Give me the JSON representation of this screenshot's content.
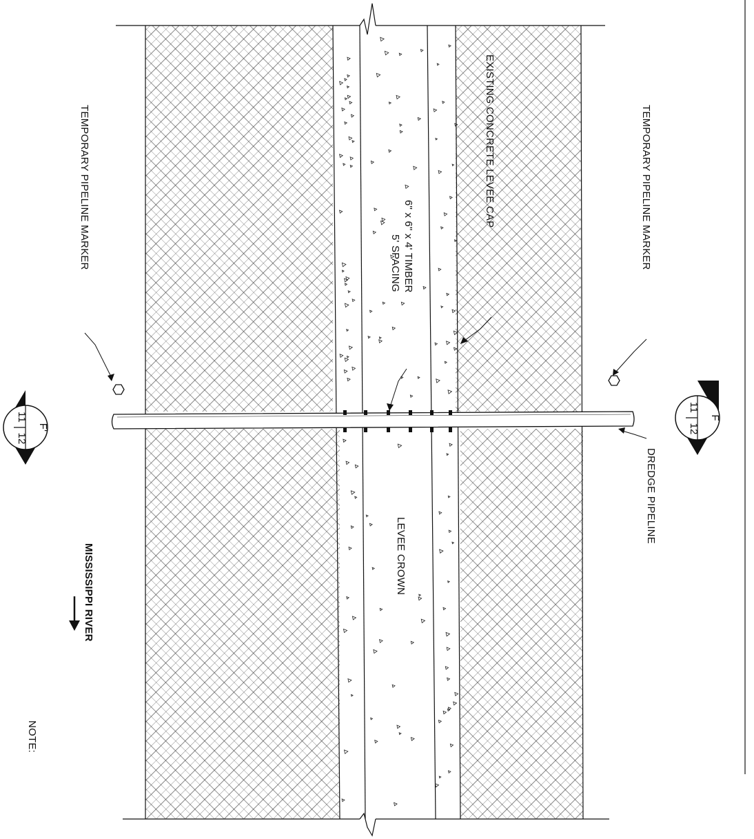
{
  "labels": {
    "left_marker": "TEMPORARY PIPELINE MARKER",
    "right_marker": "TEMPORARY PIPELINE MARKER",
    "levee_cap": "EXISTING CONCRETE LEVEE CAP",
    "timber_line1": "6\" x 6\" x 4' TIMBER",
    "timber_line2": "5' SPACING",
    "levee_crown": "LEVEE CROWN",
    "dredge_pipeline": "DREDGE PIPELINE",
    "river": "MISSISSIPPI RIVER",
    "note": "NOTE:"
  },
  "section_left": {
    "letter": "F'",
    "sheet_a": "11",
    "sheet_b": "12"
  },
  "section_right": {
    "letter": "F",
    "sheet_a": "11",
    "sheet_b": "12"
  },
  "colors": {
    "ink": "#111111",
    "background": "#ffffff"
  }
}
